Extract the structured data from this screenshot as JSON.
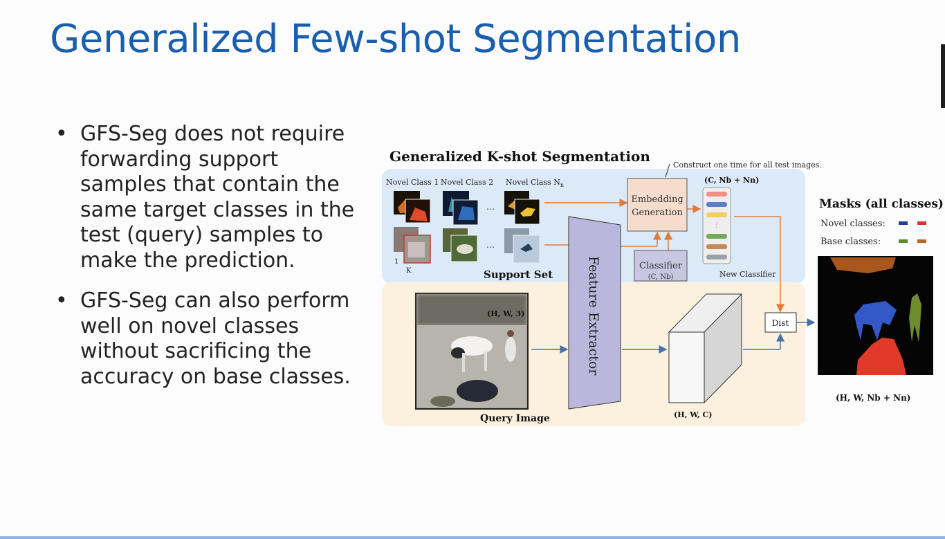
{
  "slide": {
    "title": "Generalized Few-shot Segmentation",
    "bullets": [
      "GFS-Seg does not require forwarding support samples that contain the same target classes in the test (query) samples to make the prediction.",
      "GFS-Seg can also perform well on novel classes without sacrificing the accuracy on base classes."
    ],
    "bullet_symbol": "•"
  },
  "figure": {
    "title": "Generalized K-shot Segmentation",
    "construct_note": "Construct one time for all test images.",
    "novel_class_1": "Novel Class 1",
    "novel_class_2": "Novel Class 2",
    "novel_class_n": "Novel Class N",
    "novel_class_n_sub": "n",
    "ellipsis": "…",
    "support_index_1": "1",
    "support_index_k": "K",
    "support_set": "Support Set",
    "embedding_line1": "Embedding",
    "embedding_line2": "Generation",
    "classifier": "Classifier",
    "classifier_dim": "(C, Nb)",
    "new_classifier_dim": "(C, Nb + Nn)",
    "new_classifier": "New Classifier",
    "feature_extractor": "Feature Extractor",
    "query_dim": "(H, W, 3)",
    "query_image": "Query Image",
    "feature_dim": "(H, W, C)",
    "dist": "Dist",
    "masks_title": "Masks (all classes)",
    "novel_classes": "Novel classes:",
    "base_classes": "Base classes:",
    "output_dim": "(H, W, Nb + Nn)"
  },
  "colors": {
    "title_blue": "#1a5fae",
    "support_region": "#dce9f6",
    "query_region": "#fbf1de",
    "extractor_fill": "#b9b8dc",
    "novel_blue": "#1f3f9a",
    "novel_red": "#e03030",
    "base_green": "#5c8a2c",
    "base_orange": "#b8652a"
  }
}
